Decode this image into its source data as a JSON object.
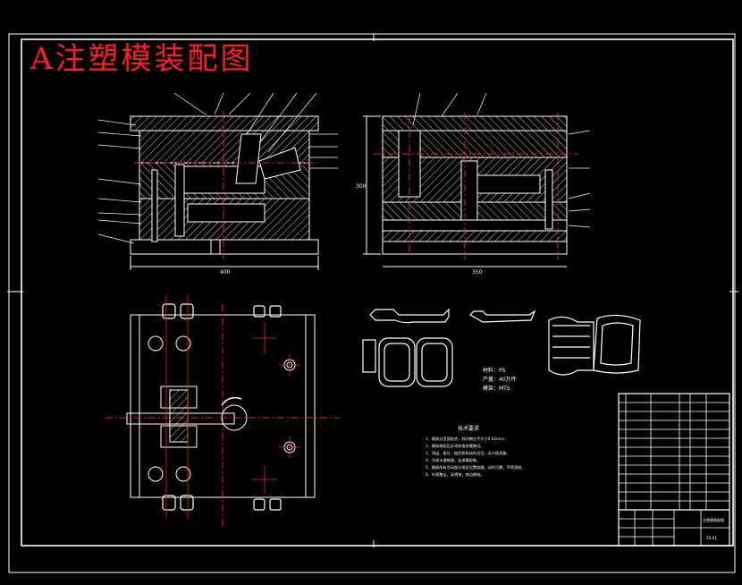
{
  "title": "A注塑模装配图",
  "material": {
    "material_label": "材料：PS",
    "output_label": "产量：40万件",
    "mold_label": "模架：MTS"
  },
  "tech_requirements": {
    "heading": "技术要求",
    "lines": [
      "1、模具分型面贴合，其间隙应不大于0.02mm。",
      "2、模具装配后必须检查合模情况。",
      "3、顶出、复位、抽芯机构动作灵活，无卡阻现象。",
      "4、冷却水道畅通，无渗漏现象。",
      "5、模具所有活动部分保证位置准确，动作可靠，不得歪斜。",
      "6、外观整洁，无锈蚀，棱边倒钝。"
    ]
  },
  "dimensions": {
    "front_width": "400",
    "side_width": "350",
    "side_height": "300"
  },
  "title_block": {
    "drawing_name": "注塑模装配图",
    "drawing_no": "ZS-01"
  },
  "colors": {
    "outline": "#ffffff",
    "centerline": "#ff2020",
    "hatch": "#ffffff",
    "title": "#ff1e1e"
  }
}
